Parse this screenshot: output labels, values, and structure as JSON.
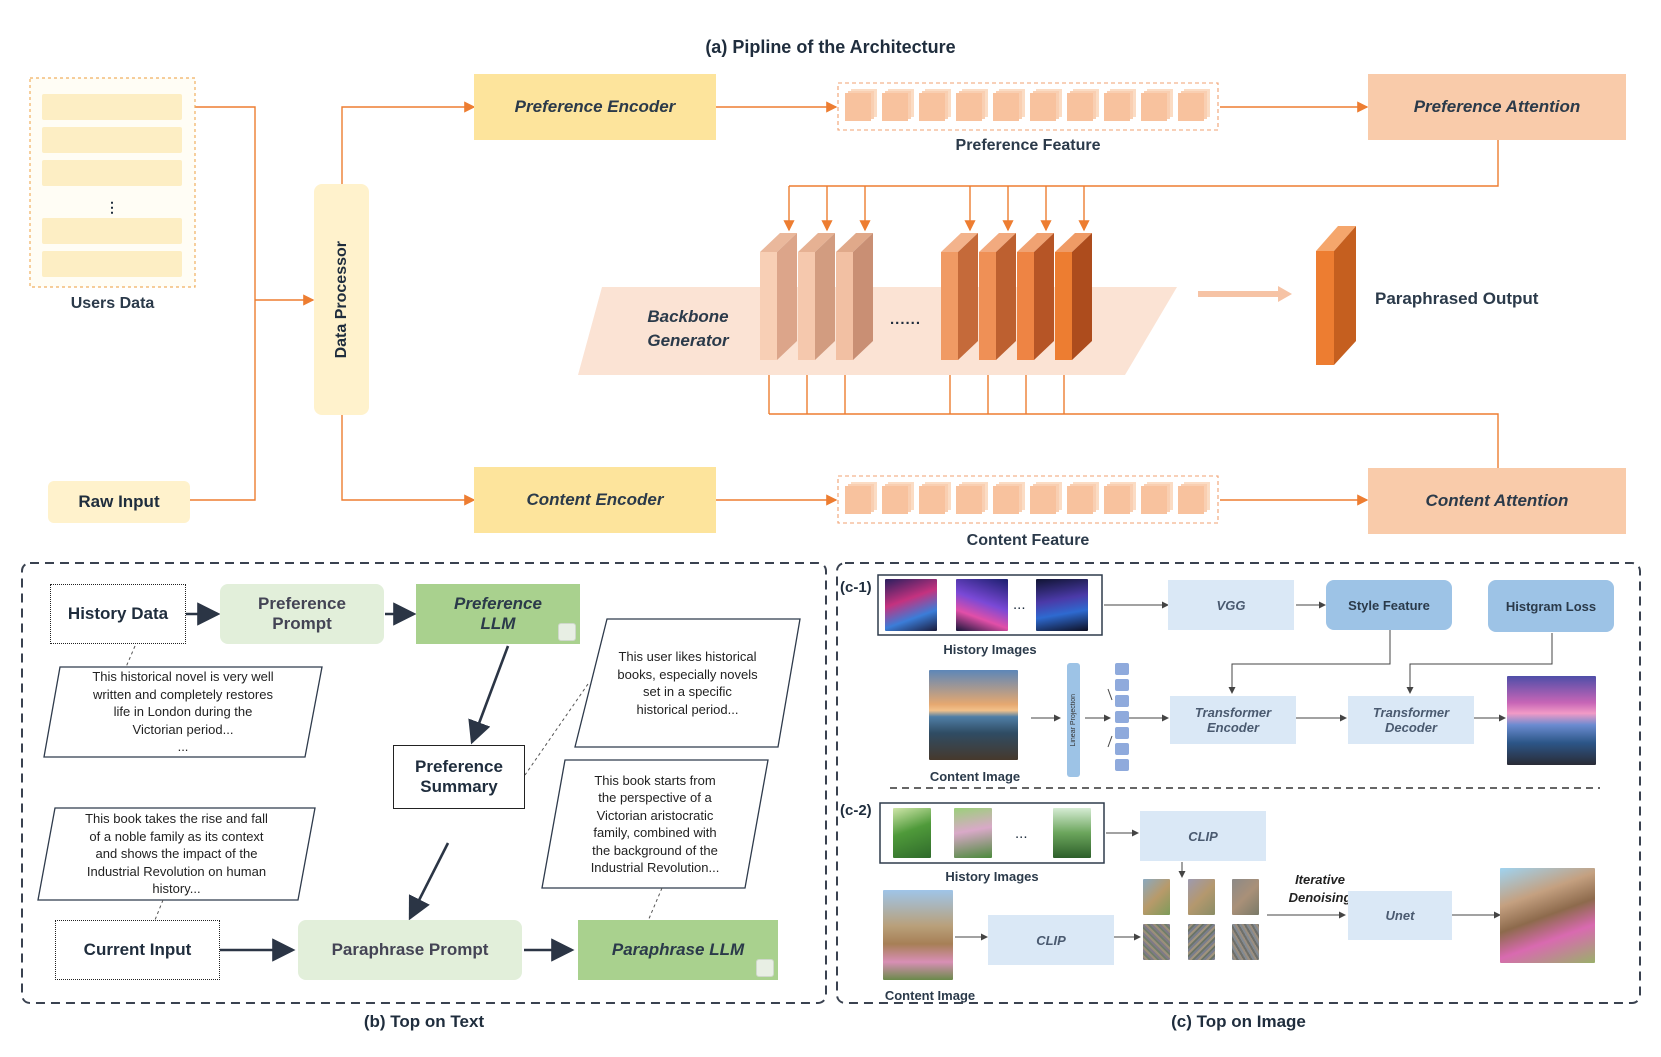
{
  "panel_a": {
    "title": "(a) Pipline of the Architecture",
    "users_data": "Users Data",
    "users_ellipsis": "⋮",
    "raw_input": "Raw Input",
    "data_processor": "Data Processor",
    "preference_encoder": "Preference Encoder",
    "content_encoder": "Content Encoder",
    "preference_feature": "Preference Feature",
    "content_feature": "Content Feature",
    "preference_attention": "Preference Attention",
    "content_attention": "Content Attention",
    "backbone_line1": "Backbone",
    "backbone_line2": "Generator",
    "backbone_dots": "......",
    "paraphrased_output": "Paraphrased Output"
  },
  "panel_b": {
    "title": "(b) Top on Text",
    "history_data": "History Data",
    "preference_prompt_l1": "Preference",
    "preference_prompt_l2": "Prompt",
    "preference_llm_l1": "Preference",
    "preference_llm_l2": "LLM",
    "preference_summary_l1": "Preference",
    "preference_summary_l2": "Summary",
    "current_input": "Current Input",
    "paraphrase_prompt": "Paraphrase Prompt",
    "paraphrase_llm": "Paraphrase LLM",
    "note_history": [
      "This historical novel is very well",
      "written and completely restores",
      "life in London during the",
      "Victorian period...",
      "..."
    ],
    "note_user": [
      "This user likes historical",
      "books, especially novels",
      "set in a specific",
      "historical period..."
    ],
    "note_current": [
      "This book takes the rise and fall",
      "of a noble family as its context",
      "and shows the impact of the",
      "Industrial Revolution on human",
      "history..."
    ],
    "note_output": [
      "This book starts from",
      "the perspective of a",
      "Victorian aristocratic",
      "family, combined with",
      "the background of the",
      "Industrial Revolution..."
    ]
  },
  "panel_c": {
    "title": "(c) Top on Image",
    "c1_tag": "(c-1)",
    "c2_tag": "(c-2)",
    "history_images": "History Images",
    "content_image": "Content Image",
    "ellipsis": "...",
    "vgg": "VGG",
    "style_feature": "Style Feature",
    "histgram_loss": "Histgram Loss",
    "linear_projection": "Linear Projection",
    "transformer_encoder_l1": "Transformer",
    "transformer_encoder_l2": "Encoder",
    "transformer_decoder_l1": "Transformer",
    "transformer_decoder_l2": "Decoder",
    "clip": "CLIP",
    "iterative_l1": "Iterative",
    "iterative_l2": "Denoising",
    "unet": "Unet"
  },
  "colors": {
    "orange_line": "#ed7d31",
    "yellow": "#fde49c",
    "peach": "#f9cbaa",
    "green": "#a9d18e",
    "light_green": "#e2efda",
    "light_blue": "#dae8f6",
    "mid_blue": "#9dc3e6"
  }
}
